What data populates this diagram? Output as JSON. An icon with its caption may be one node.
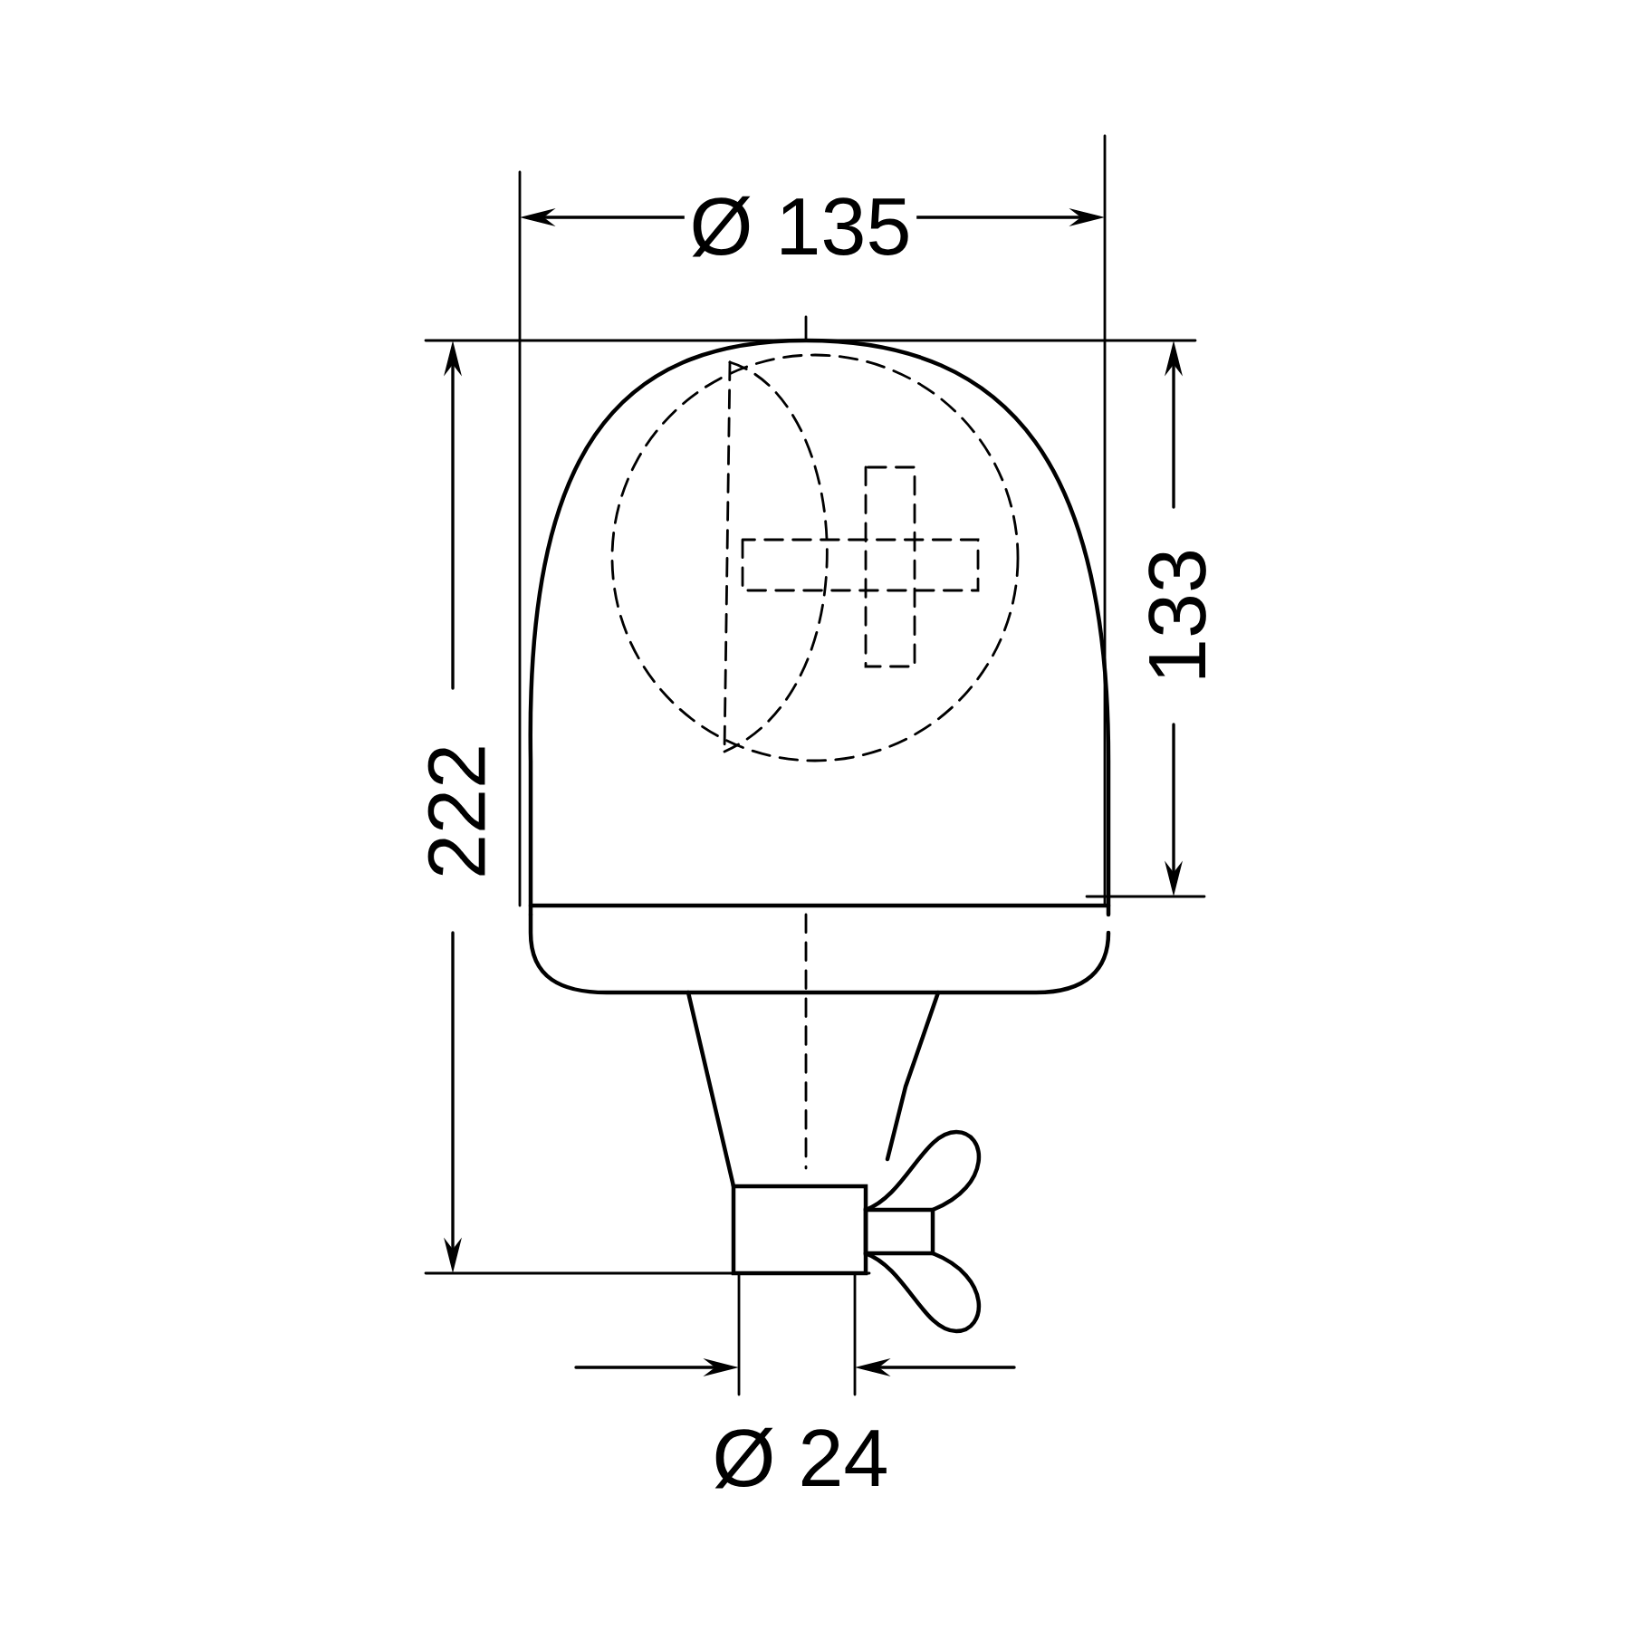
{
  "diagram": {
    "labels": [
      "Ø 135",
      "133",
      "222",
      "Ø 24"
    ]
  }
}
